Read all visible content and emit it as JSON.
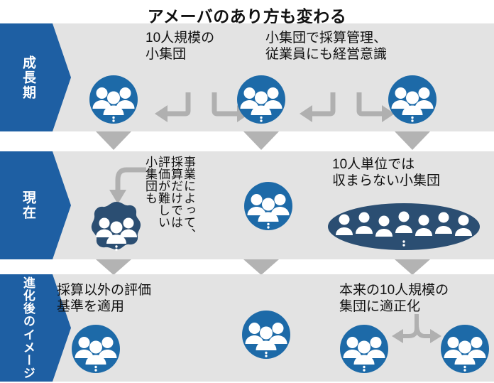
{
  "title": "アメーバのあり方も変わる",
  "colors": {
    "band_bg": "#e3e3e3",
    "label_blue": "#1e5fa3",
    "icon_blue": "#1d6aa8",
    "blob_navy": "#2b4e72",
    "arrow_gray": "#b0b0b0",
    "connector_gray": "#b3b3b3",
    "text": "#111111",
    "page_bg": "#ffffff"
  },
  "rows": [
    {
      "id": "growth",
      "label": "成長期",
      "label_columns": [
        "成長期"
      ],
      "texts": [
        {
          "name": "small-group-10-people",
          "value": "10人規模の\n小集団"
        },
        {
          "name": "profit-management-awareness",
          "value": "小集団で採算管理、\n従業員にも経営意識"
        }
      ],
      "groups": [
        {
          "name": "group-icon-1",
          "shape": "circle",
          "people": 3,
          "dots": 3
        },
        {
          "name": "group-icon-2",
          "shape": "circle",
          "people": 3,
          "dots": 3
        },
        {
          "name": "group-icon-3",
          "shape": "circle",
          "people": 3,
          "dots": 3
        }
      ],
      "arrows": [
        {
          "name": "curved-arrow-left",
          "direction": "down-left"
        },
        {
          "name": "curved-arrow-right",
          "direction": "down-right"
        }
      ]
    },
    {
      "id": "present",
      "label": "現在",
      "label_columns": [
        "現在"
      ],
      "vertical_text_columns": [
        "事業によって、",
        "採算だけでは",
        "評価が難しい",
        "小集団も"
      ],
      "texts": [
        {
          "name": "cannot-fit-in-ten",
          "value": "10人単位では\n収まらない小集団"
        }
      ],
      "groups": [
        {
          "name": "amoeba-blob-icon",
          "shape": "blob",
          "people": 3,
          "dots": 3
        },
        {
          "name": "group-icon-center",
          "shape": "circle",
          "people": 3,
          "dots": 3
        },
        {
          "name": "large-group-ellipse",
          "shape": "ellipse",
          "people": 7,
          "dots": 3
        }
      ],
      "arrows": [
        {
          "name": "curved-arrow-to-blob",
          "direction": "down-left-hook"
        }
      ]
    },
    {
      "id": "after-evolution",
      "label": "進化後のイメージ",
      "label_columns": [
        "進化後の",
        "イメージ"
      ],
      "texts": [
        {
          "name": "non-profit-evaluation-criteria",
          "value": "採算以外の評価\n基準を適用"
        },
        {
          "name": "right-size-to-ten-people",
          "value": "本来の10人規模の\n集団に適正化"
        }
      ],
      "groups": [
        {
          "name": "group-icon-left",
          "shape": "circle",
          "people": 3,
          "dots": 3
        },
        {
          "name": "group-icon-center",
          "shape": "circle",
          "people": 3,
          "dots": 3
        },
        {
          "name": "group-icon-right-a",
          "shape": "circle",
          "people": 3,
          "dots": 3
        },
        {
          "name": "group-icon-right-b",
          "shape": "circle",
          "people": 3,
          "dots": 3
        }
      ],
      "arrows": [
        {
          "name": "split-arrow-bidirectional",
          "direction": "split-left-right"
        }
      ]
    }
  ],
  "connectors": [
    {
      "name": "connector-row1-to-row2-left",
      "direction": "down"
    },
    {
      "name": "connector-row1-to-row2-center",
      "direction": "down"
    },
    {
      "name": "connector-row1-to-row2-right",
      "direction": "down"
    },
    {
      "name": "connector-row2-to-row3-left",
      "direction": "down"
    },
    {
      "name": "connector-row2-to-row3-center",
      "direction": "down"
    },
    {
      "name": "connector-row2-to-row3-right",
      "direction": "down"
    }
  ]
}
